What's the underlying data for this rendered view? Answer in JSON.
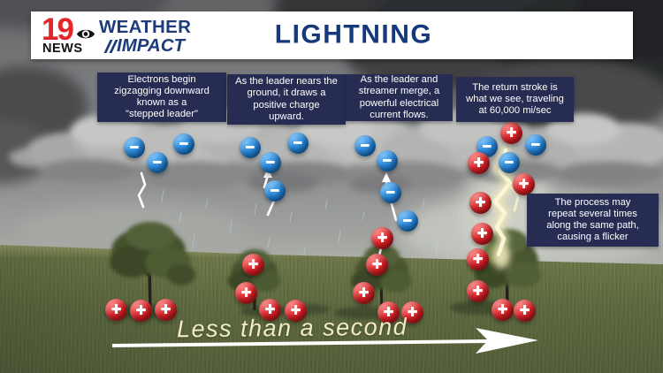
{
  "header": {
    "station_number": "19",
    "station_name": "NEWS",
    "brand_line1": "WEATHER",
    "brand_line2": "IMPACT",
    "title": "LIGHTNING"
  },
  "callouts": [
    {
      "text": "Electrons begin\nzigzagging downward\nknown as a\n\"stepped leader\""
    },
    {
      "text": "As the leader nears the\nground, it draws a\npositive charge\nupward."
    },
    {
      "text": "As the leader and\nstreamer merge, a\npowerful electrical\ncurrent flows."
    },
    {
      "text": "The return stroke is\nwhat we see, traveling\nat 60,000 mi/sec"
    },
    {
      "text": "The process may\nrepeat several times\nalong the same path,\ncausing a flicker"
    }
  ],
  "timeline": {
    "label": "Less than a second"
  },
  "charges": {
    "negative_symbol": "−",
    "positive_symbol": "+"
  },
  "colors": {
    "title_navy": "#16397d",
    "callout_navy": "#272d52",
    "negative_blue": "#2585d8",
    "positive_red": "#da2026",
    "station_red": "#e5252b",
    "timeline_cream": "#f1ecc3"
  }
}
